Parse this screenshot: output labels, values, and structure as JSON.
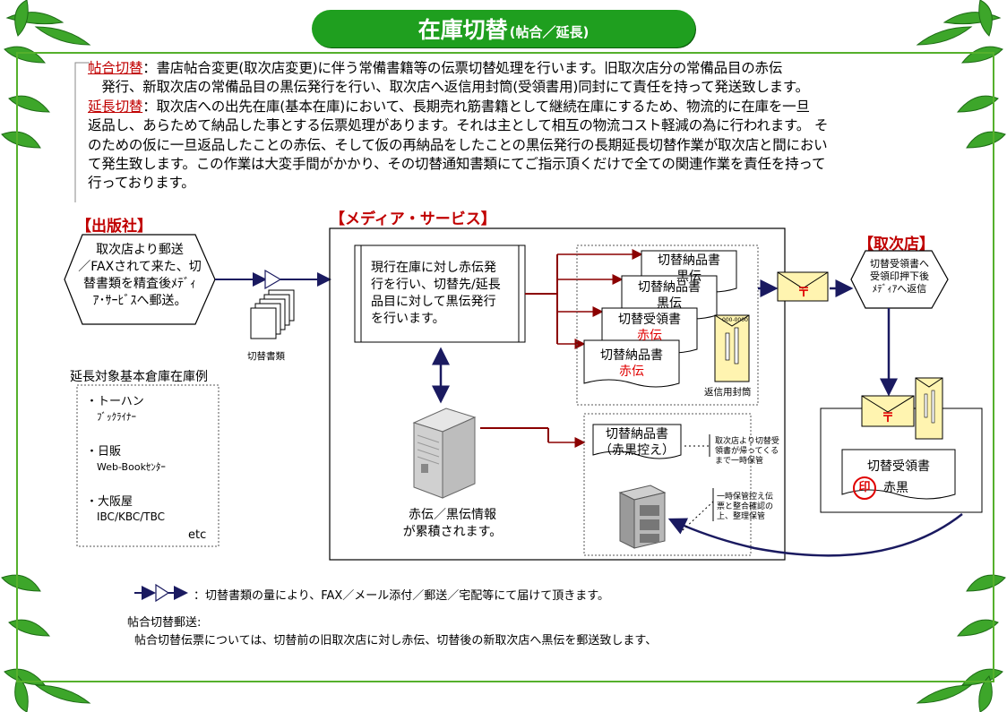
{
  "title": {
    "main": "在庫切替",
    "sub": "(帖合／延長)"
  },
  "intro": {
    "term1": "帖合切替",
    "line1": "：書店帖合変更(取次店変更)に伴う常備書籍等の伝票切替処理を行います。旧取次店分の常備品目の赤伝",
    "line2": "　発行、新取次店の常備品目の黒伝発行を行い、取次店へ返信用封筒(受領書用)同封にて責任を持って発送致します。",
    "term2": "延長切替",
    "line3": "：取次店への出先在庫(基本在庫)において、長期売れ筋書籍として継続在庫にするため、物流的に在庫を一旦",
    "line4": "返品し、あらためて納品した事とする伝票処理があります。それは主として相互の物流コスト軽減の為に行われます。 そ",
    "line5": "のための仮に一旦返品したことの赤伝、そして仮の再納品をしたことの黒伝発行の長期延長切替作業が取次店と間におい",
    "line6": "て発生致します。この作業は大変手間がかかり、その切替通知書類にてご指示頂くだけで全ての関連作業を責任を持って",
    "line7": "行っております。"
  },
  "publisher": {
    "label": "【出版社】",
    "box_lines": [
      "取次店より郵送",
      "／FAXされて来た、切",
      "替書類を精査後ﾒﾃﾞｨ",
      "ｱ･ｻｰﾋﾞｽへ郵送。"
    ],
    "docs_label": "切替書類"
  },
  "media": {
    "label": "【メディア・サービス】",
    "process_lines": [
      "現行在庫に対し赤伝発",
      "行を行い、切替先/延長",
      "品目に対して黒伝発行",
      "を行います。"
    ],
    "server_lines": [
      "赤伝／黒伝情報",
      "が累積されます。"
    ],
    "docs": [
      {
        "line1": "切替納品書",
        "line2": "黒伝"
      },
      {
        "line1": "切替納品書",
        "line2": "黒伝"
      },
      {
        "line1": "切替受領書",
        "line2": "赤伝"
      },
      {
        "line1": "切替納品書",
        "line2": "赤伝"
      }
    ],
    "envelope_label": "返信用封筒",
    "envelope_mark": "000-0000",
    "copy_doc": {
      "line1": "切替納品書",
      "line2": "（赤黒控え）"
    },
    "note1": [
      "取次店より切替受",
      "領書が帰ってくる",
      "まで一時保管"
    ],
    "note2": [
      "一時保管控え伝",
      "票と整合確認の",
      "上、整理保管"
    ]
  },
  "distributor": {
    "label": "【取次店】",
    "box_lines": [
      "切替受領書へ",
      "受領印押下後",
      "ﾒﾃﾞｨｱへ返信"
    ],
    "receipt": {
      "line1": "切替受領書",
      "stamp": "印",
      "line2": "赤黒"
    }
  },
  "postal_mark": "〒",
  "warehouse": {
    "title": "延長対象基本倉庫在庫例",
    "items": [
      {
        "name": "・トーハン",
        "sub": "ﾌﾞｯｸﾗｲﾅｰ"
      },
      {
        "name": "・日販",
        "sub": "Web-Bookｾﾝﾀｰ"
      },
      {
        "name": "・大阪屋",
        "sub": "IBC/KBC/TBC"
      }
    ],
    "etc": "etc"
  },
  "footer": {
    "legend": "：切替書類の量により、FAX／メール添付／郵送／宅配等にて届けて頂きます。",
    "section_title": "帖合切替郵送:",
    "section_text": "帖合切替伝票については、切替前の旧取次店に対し赤伝、切替後の新取次店へ黒伝を郵送致します、"
  },
  "colors": {
    "title_bg": "#1f9f1f",
    "frame": "#55b02c",
    "accent_red": "#c00000",
    "arrow_navy": "#1a1a60",
    "arrow_maroon": "#8b0000",
    "leaf": "#3da62a"
  }
}
